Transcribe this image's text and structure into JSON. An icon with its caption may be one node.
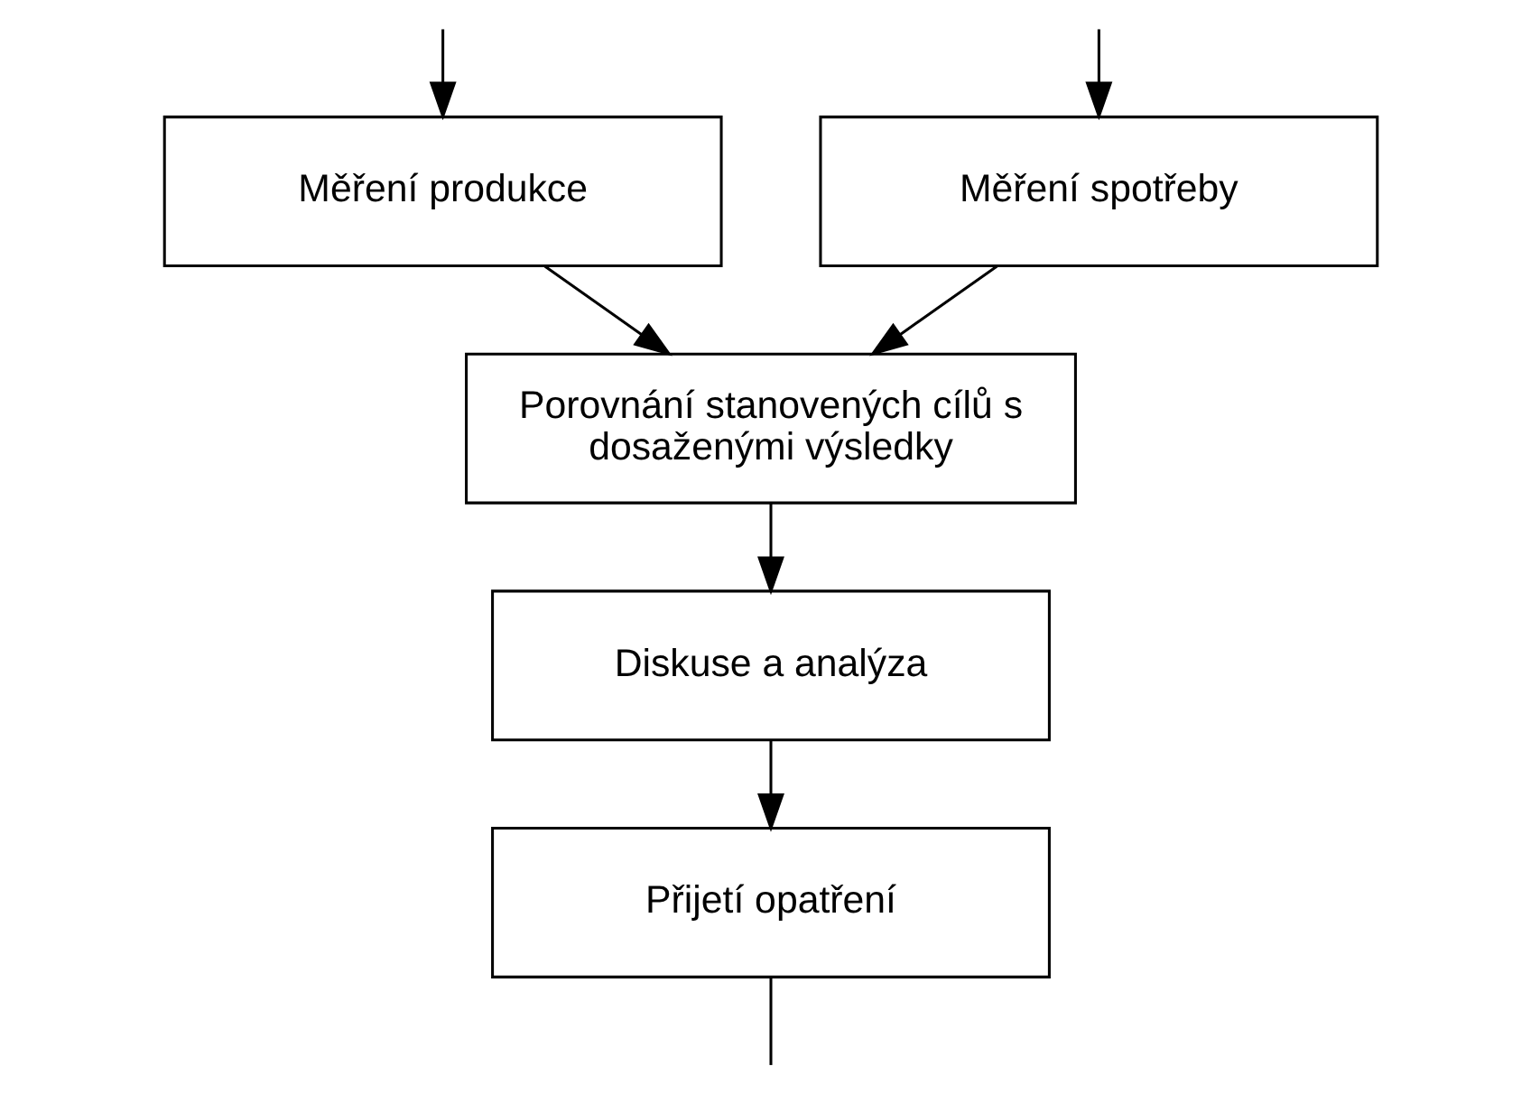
{
  "diagram": {
    "nodes": [
      {
        "text": [
          "Měření spotřeby"
        ]
      },
      {
        "text": [
          "Měření produkce"
        ]
      },
      {
        "text": [
          "Porovnání stanovených cílů s dosaženými výsledky"
        ]
      },
      {
        "text": [
          "Diskuse a analýza"
        ]
      },
      {
        "text": [
          "Přijetí opatření"
        ]
      }
    ],
    "edges": [
      {
        "from": null,
        "to": 0,
        "arrow": "to"
      },
      {
        "from": null,
        "to": 1,
        "arrow": "to"
      },
      {
        "from": 0,
        "to": 2,
        "arrow": "to"
      },
      {
        "from": 1,
        "to": 2,
        "arrow": "to"
      },
      {
        "from": 2,
        "to": 3,
        "arrow": "to"
      },
      {
        "from": 3,
        "to": 4,
        "arrow": "to"
      },
      {
        "from": 4,
        "to": null,
        "arrow": "none"
      }
    ]
  }
}
